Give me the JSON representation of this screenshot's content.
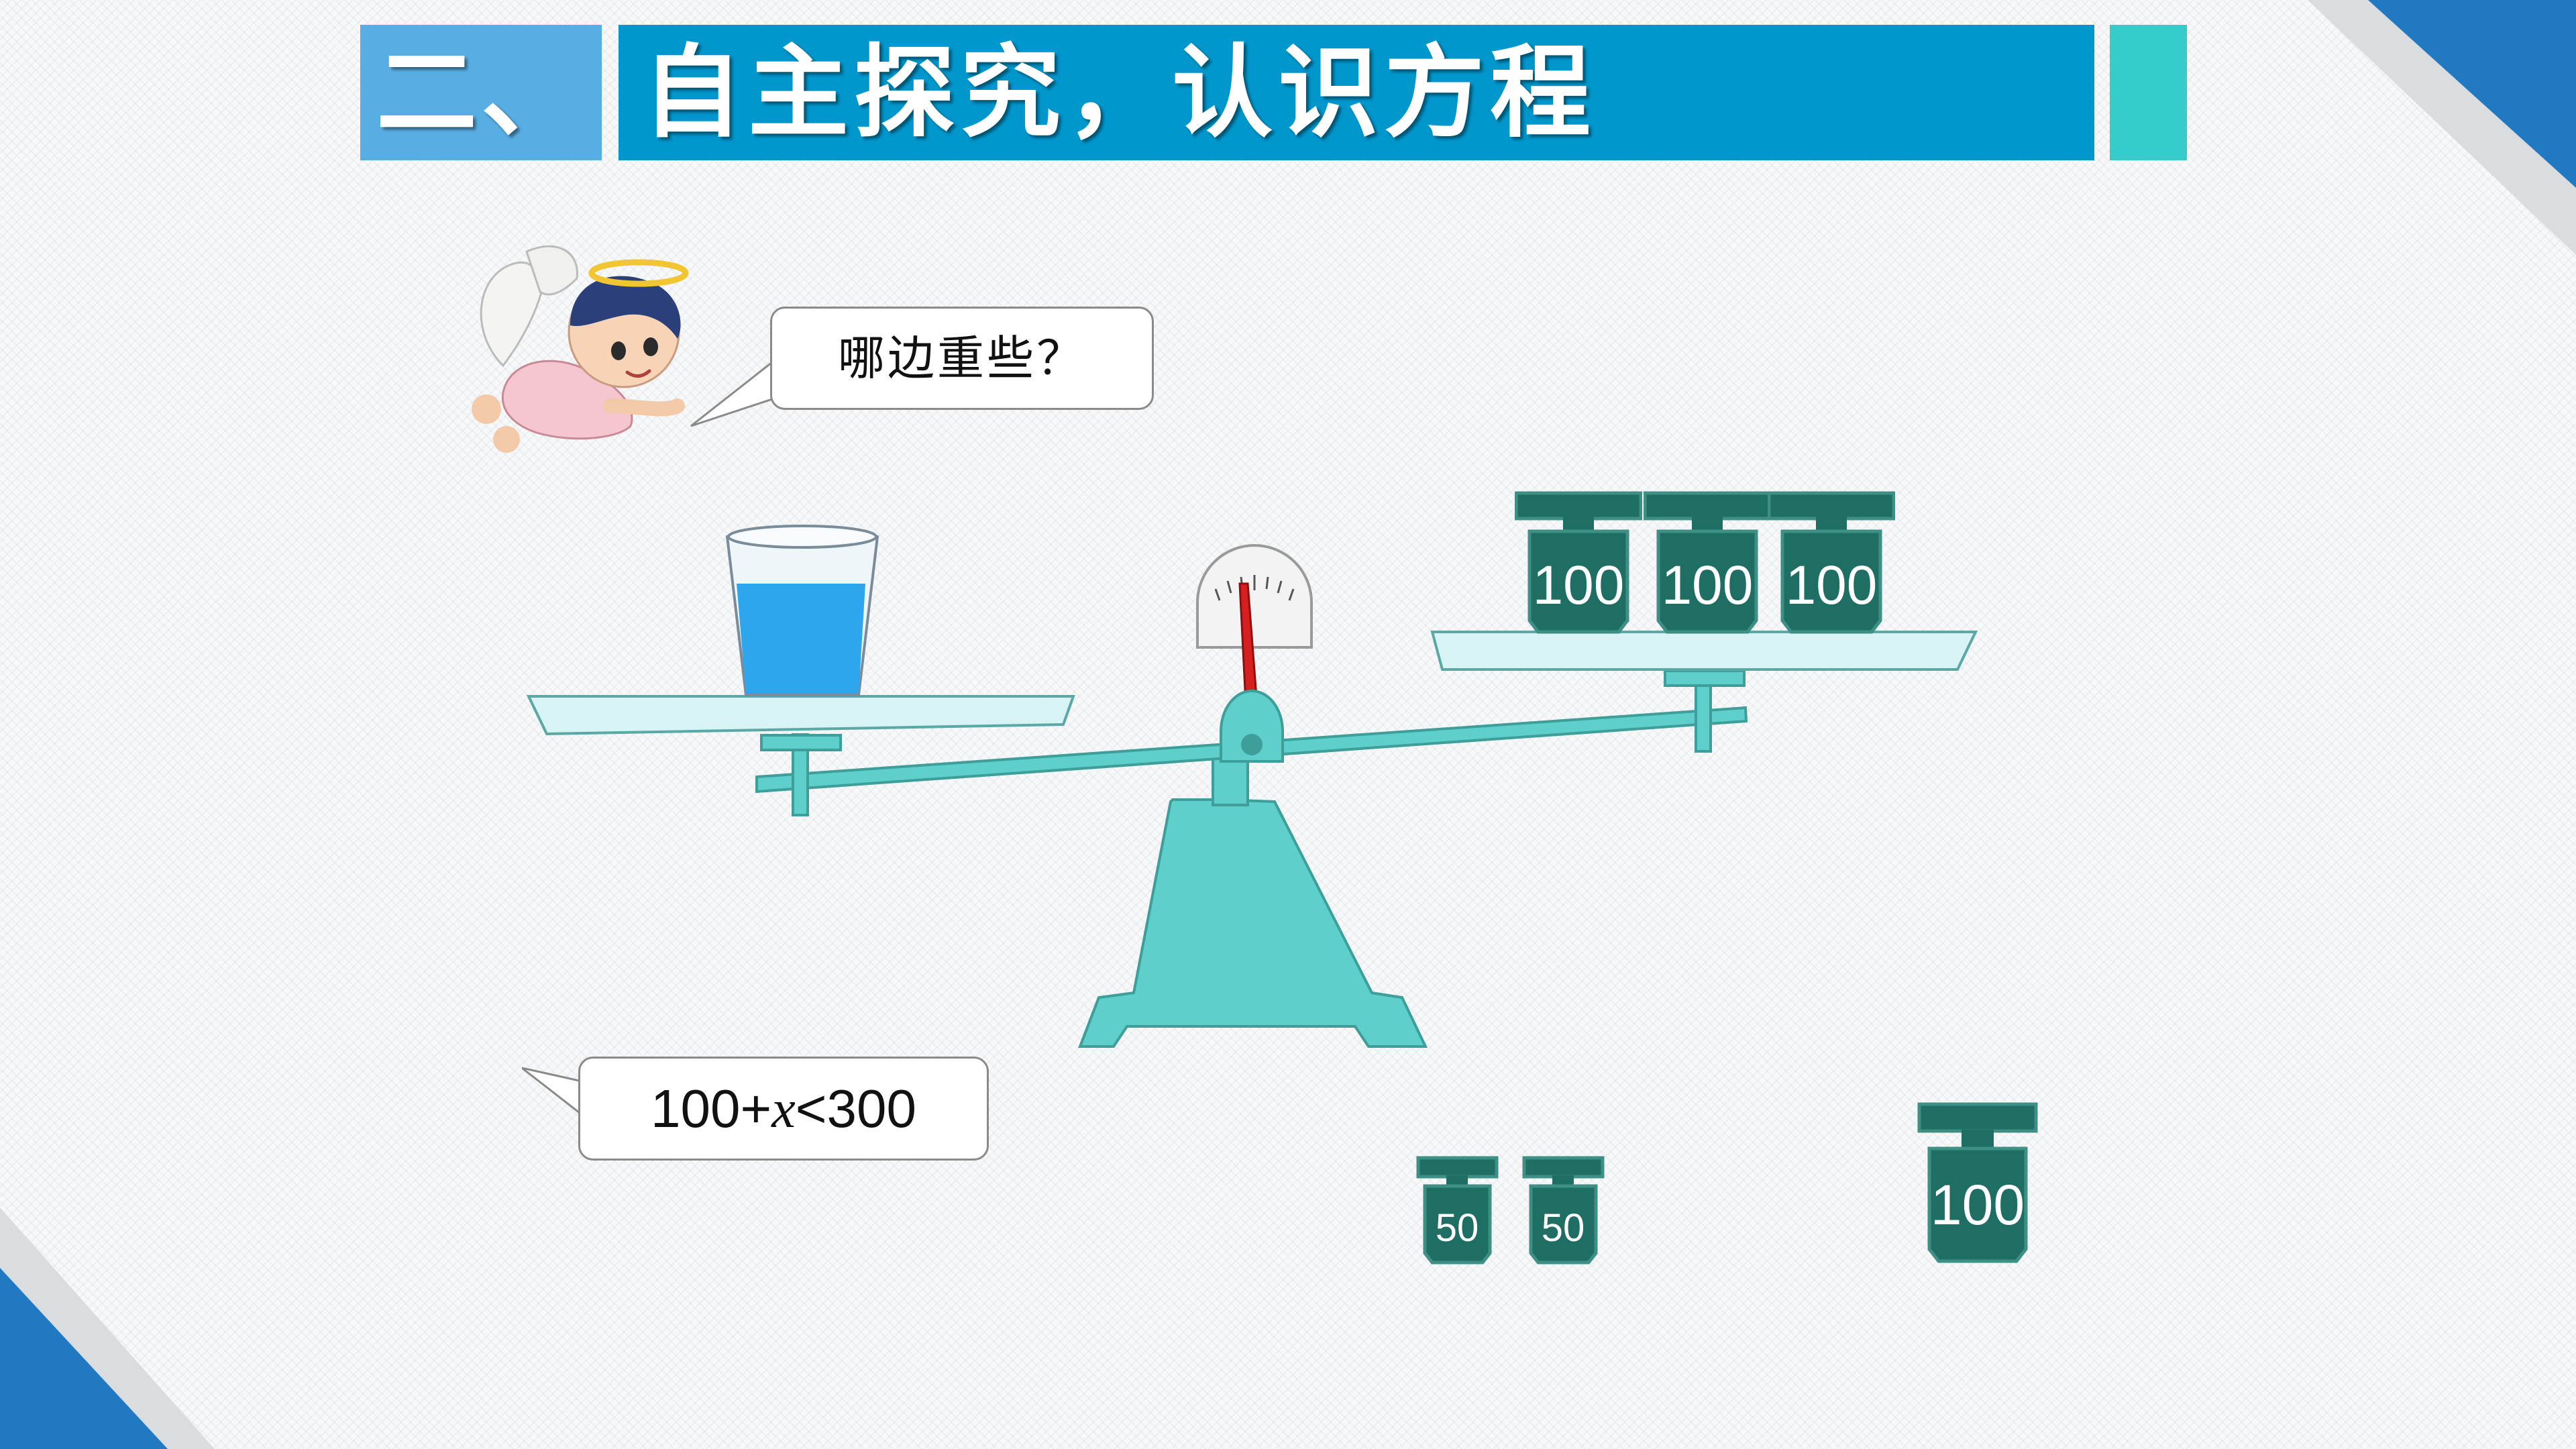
{
  "title": {
    "number": "二、",
    "text": "自主探究，认识方程"
  },
  "speech": {
    "question": "哪边重些？"
  },
  "equation": {
    "left": "100+",
    "variable": "x",
    "right": "<300"
  },
  "weights": {
    "right_pan": [
      "100",
      "100",
      "100"
    ],
    "loose_small": [
      "50",
      "50"
    ],
    "loose_large": "100"
  },
  "colors": {
    "title_number_bg": "#58aee2",
    "title_main_bg": "#0097cd",
    "title_accent": "#37cccc",
    "scale": "#5ecfcb",
    "weight": "#1e6e63",
    "water": "#2ea6ee",
    "needle": "#d61f1f"
  },
  "icons": {
    "character": "angel-child-icon",
    "scale": "balance-scale-icon",
    "cup": "water-cup-icon"
  }
}
